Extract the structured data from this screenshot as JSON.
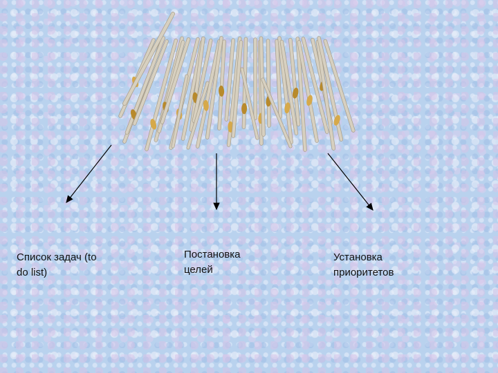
{
  "labels": {
    "todo": "Список задач (to\ndo list)",
    "goals": "Постановка\nцелей",
    "priorities": "Установка\nприоритетов"
  },
  "colors": {
    "stick": "#d7d0c0",
    "stick_edge": "#a89f8d",
    "gold": "#d6a94a",
    "gold_dark": "#b88a2c",
    "arrow": "#000000"
  }
}
